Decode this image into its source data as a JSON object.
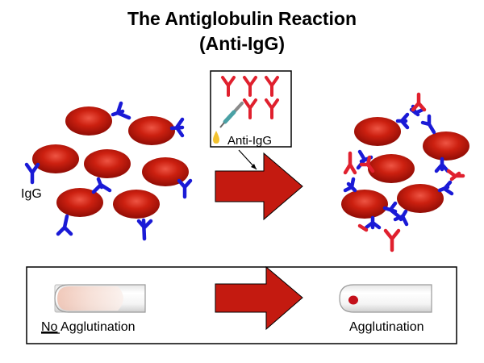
{
  "title_line1": "The Antiglobulin Reaction",
  "title_line2": "(Anti-IgG)",
  "labels": {
    "igg": "IgG",
    "anti_igg": "Anti-IgG",
    "no_word": "No",
    "no_agglutination_rest": " Agglutination",
    "agglutination": "Agglutination"
  },
  "colors": {
    "rbc": "#c81e10",
    "rbc_dark": "#8f0c05",
    "igg": "#1a1ad6",
    "anti_igg": "#e0202e",
    "arrow": "#c41a10",
    "tube_liquid": "#f3cfc4",
    "tube_dot": "#c4101a"
  },
  "icons": [
    "dropper-icon",
    "drop-icon",
    "antibody-icon",
    "arrow-icon",
    "test-tube-icon"
  ]
}
